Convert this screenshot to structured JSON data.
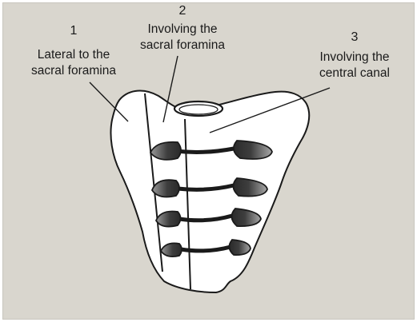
{
  "zones": [
    {
      "number": "1",
      "line1": "Lateral to the",
      "line2": "sacral foramina"
    },
    {
      "number": "2",
      "line1": "Involving the",
      "line2": "sacral foramina"
    },
    {
      "number": "3",
      "line1": "Involving the",
      "line2": "central canal"
    }
  ],
  "colors": {
    "background": "#d9d6ce",
    "bone": "#ffffff",
    "outline": "#1a1a1a",
    "foramen_dark": "#4a4a4a"
  }
}
